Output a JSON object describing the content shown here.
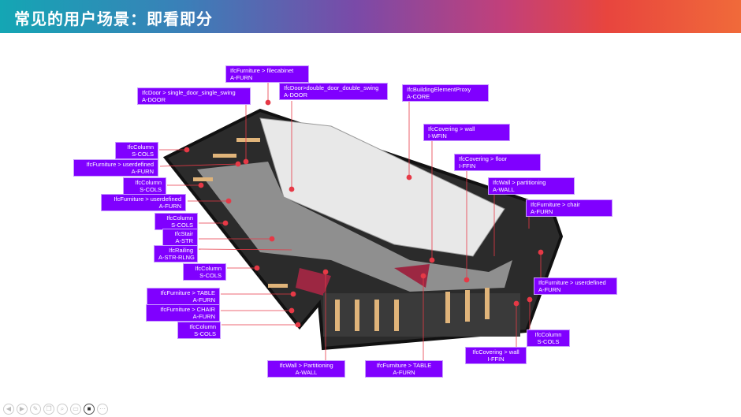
{
  "header": {
    "title": "常见的用户场景：即看即分"
  },
  "labels": [
    {
      "type": "IfcFurniture > filecabinet",
      "layer": "A-FURN"
    },
    {
      "type": "IfcDoor > single_door_single_swing",
      "layer": "A-DOOR"
    },
    {
      "type": "IfcDoor>double_door_double_swing",
      "layer": "A-DOOR"
    },
    {
      "type": "IfcBuildingElementProxy",
      "layer": "A-CORE"
    },
    {
      "type": "IfcCovering > wall",
      "layer": "I-WFIN"
    },
    {
      "type": "IfcCovering > floor",
      "layer": "I-FFIN"
    },
    {
      "type": "IfcWall > partitioning",
      "layer": "A-WALL"
    },
    {
      "type": "IfcFurniture > chair",
      "layer": "A-FURN"
    },
    {
      "type": "IfcFurniture > userdefined",
      "layer": "A-FURN"
    },
    {
      "type": "IfcColumn",
      "layer": "S-COLS"
    },
    {
      "type": "IfcCovering > wall",
      "layer": "I-FFIN"
    },
    {
      "type": "IfcFurniture > TABLE",
      "layer": "A-FURN"
    },
    {
      "type": "IfcWall > Partitioning",
      "layer": "A-WALL"
    },
    {
      "type": "IfcColumn",
      "layer": "S-COLS"
    },
    {
      "type": "IfcFurniture > userdefined",
      "layer": "A-FURN"
    },
    {
      "type": "IfcColumn",
      "layer": "S-COLS"
    },
    {
      "type": "IfcFurniture > userdefined",
      "layer": "A-FURN"
    },
    {
      "type": "IfcColumn",
      "layer": "S-COLS"
    },
    {
      "type": "IfcStair",
      "layer": "A-STR"
    },
    {
      "type": "IfcRailing",
      "layer": "A-STR-RLNG"
    },
    {
      "type": "IfcColumn",
      "layer": "S-COLS"
    },
    {
      "type": "IfcFurniture > TABLE",
      "layer": "A-FURN"
    },
    {
      "type": "IfcFurniture > CHAIR",
      "layer": "A-FURN"
    },
    {
      "type": "IfcColumn",
      "layer": "S-COLS"
    }
  ],
  "controls": [
    "previous",
    "next",
    "pen",
    "copy",
    "zoom",
    "subtitles",
    "camera",
    "more"
  ]
}
